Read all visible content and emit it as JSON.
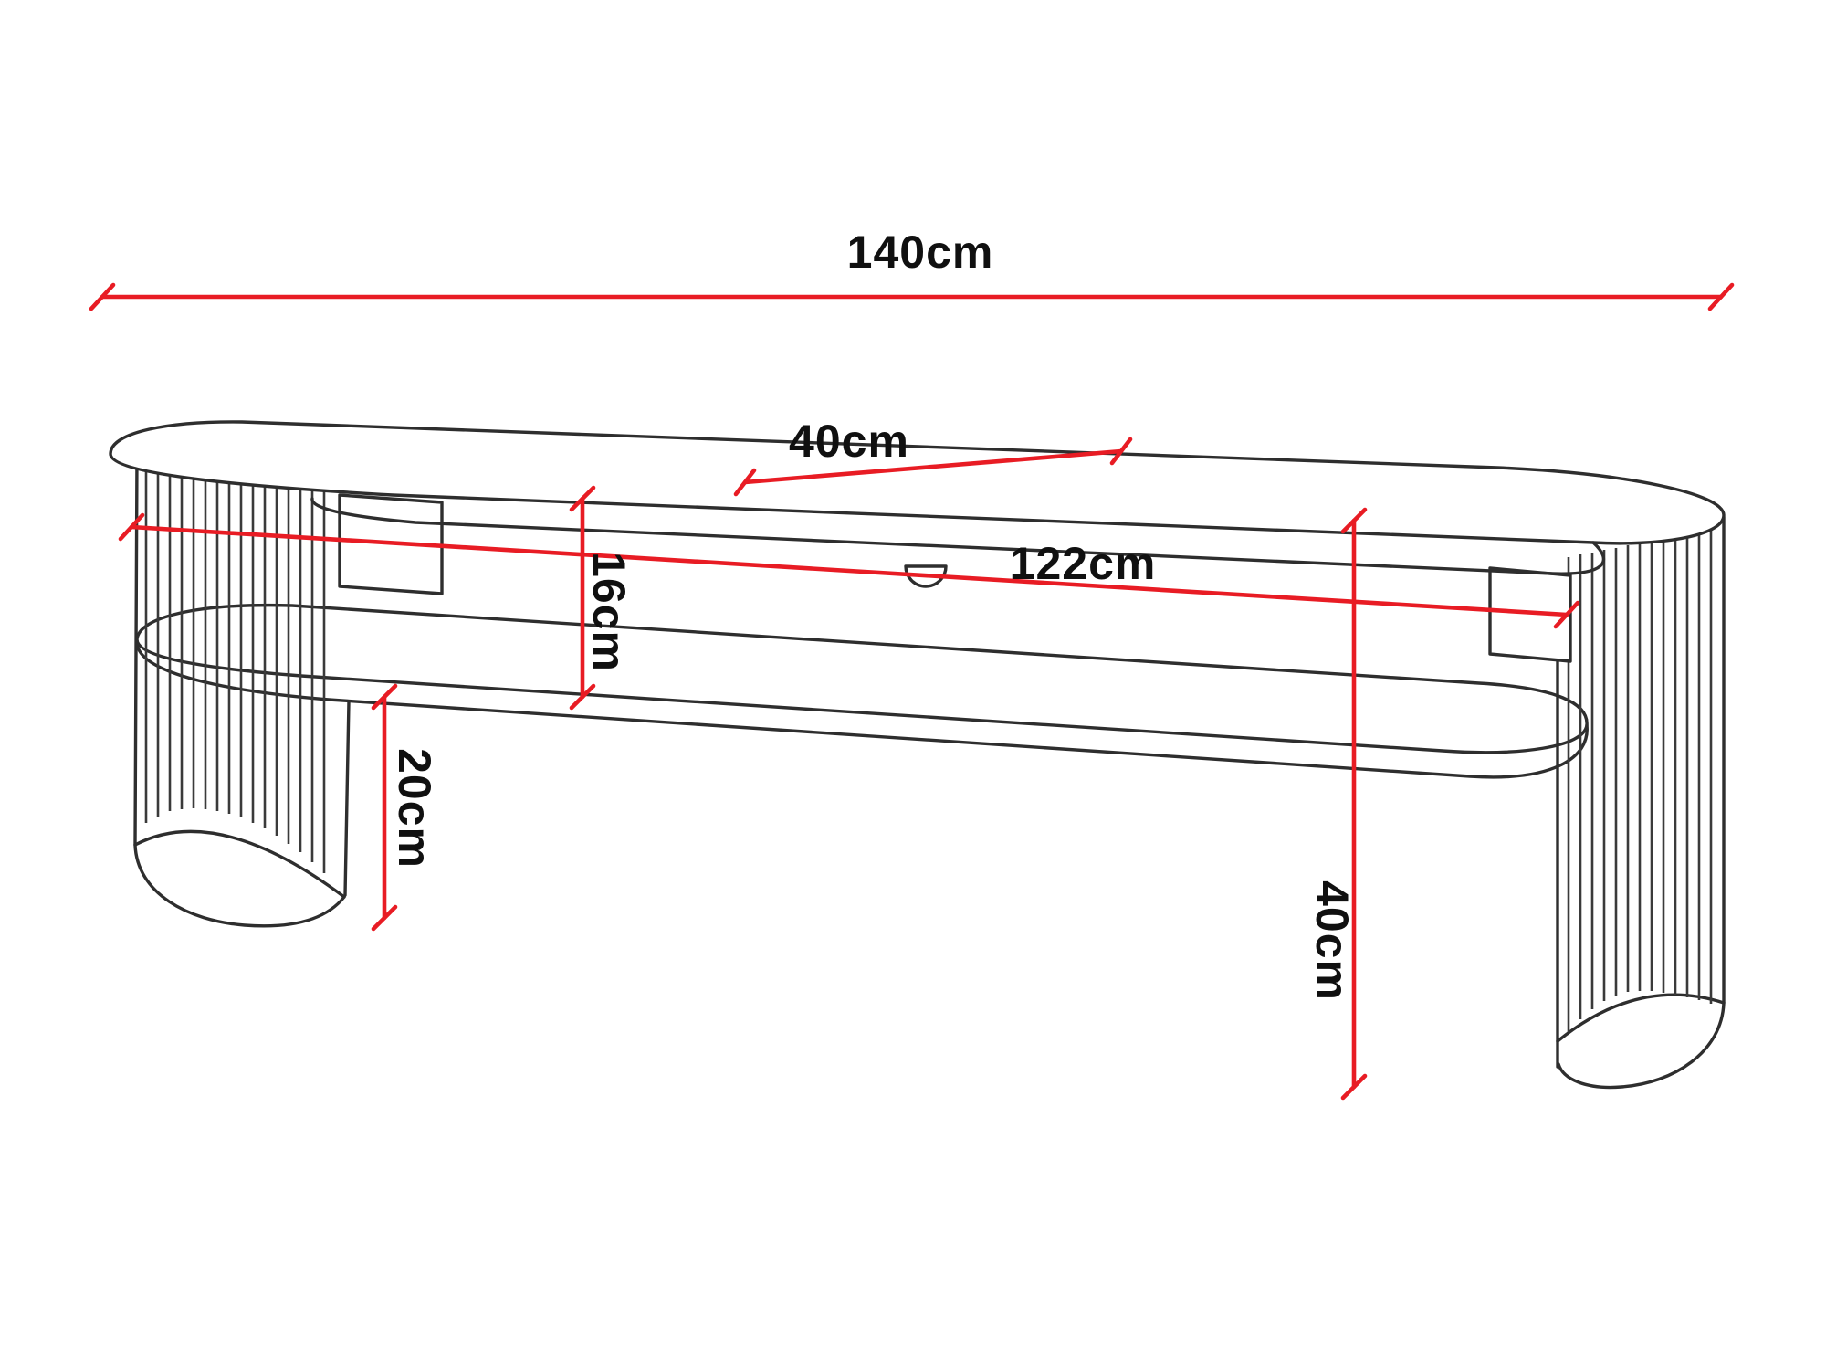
{
  "figure": {
    "name": "tv-stand-technical-drawing",
    "description": "Oval TV stand with fluted curved legs, open media compartment with cable hole and lower shelf, drawn in perspective with red dimension lines",
    "background": "#ffffff"
  },
  "style": {
    "outline_color": "#2e2e2e",
    "dimension_color": "#e81c24",
    "label_color": "#101010"
  },
  "dimensions": {
    "unit": "cm",
    "width": {
      "label": "140cm",
      "value": 140
    },
    "depth": {
      "label": "40cm",
      "value": 40
    },
    "inner_width": {
      "label": "122cm",
      "value": 122
    },
    "compartment_height": {
      "label": "16cm",
      "value": 16
    },
    "leg_clearance": {
      "label": "20cm",
      "value": 20
    },
    "height": {
      "label": "40cm",
      "value": 40
    }
  }
}
